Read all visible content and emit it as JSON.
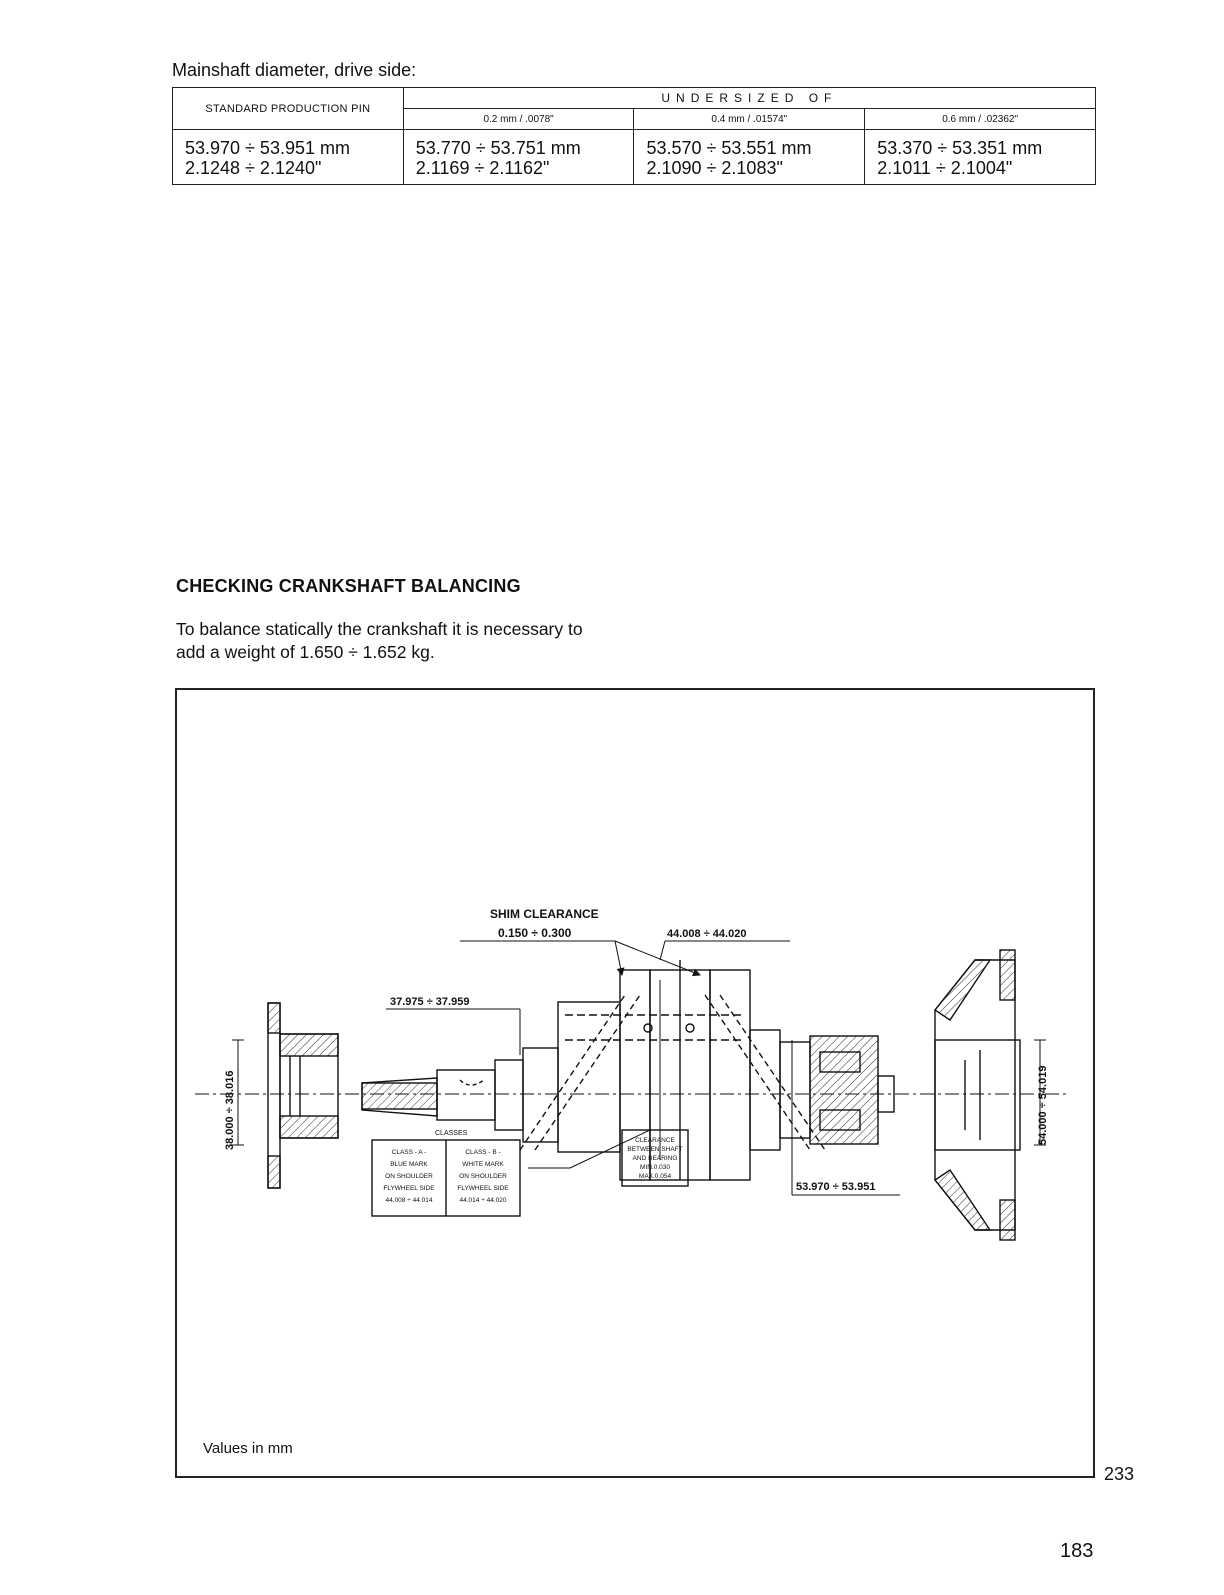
{
  "intro": "Mainshaft diameter, drive side:",
  "table": {
    "standard_header": "STANDARD PRODUCTION PIN",
    "undersized_header": "UNDERSIZED OF",
    "undersize_columns": [
      "0.2 mm / .0078\"",
      "0.4 mm / .01574\"",
      "0.6 mm / .02362\""
    ],
    "values": [
      {
        "mm": "53.970 ÷ 53.951 mm",
        "inch": "2.1248 ÷ 2.1240\""
      },
      {
        "mm": "53.770 ÷ 53.751 mm",
        "inch": "2.1169 ÷ 2.1162\""
      },
      {
        "mm": "53.570 ÷ 53.551 mm",
        "inch": "2.1090 ÷ 2.1083\""
      },
      {
        "mm": "53.370 ÷ 53.351 mm",
        "inch": "2.1011 ÷ 2.1004\""
      }
    ]
  },
  "section": {
    "title": "CHECKING CRANKSHAFT BALANCING",
    "text": "To balance statically the crankshaft it is necessary to add a weight of 1.650 ÷ 1.652 kg."
  },
  "diagram": {
    "shim_clearance_label": "SHIM CLEARANCE",
    "shim_clearance_value": "0.150 ÷ 0.300",
    "dim_44": "44.008 ÷ 44.020",
    "dim_37": "37.975 ÷ 37.959",
    "dim_38": "38.000 ÷ 38.016",
    "dim_54": "54.000 ÷ 54.019",
    "dim_53": "53.970 ÷ 53.951",
    "classes_title": "CLASSES",
    "class_a": [
      "CLASS - A -",
      "BLUE MARK",
      "ON SHOULDER",
      "FLYWHEEL SIDE",
      "44.008 ÷ 44.014"
    ],
    "class_b": [
      "CLASS - B -",
      "WHITE MARK",
      "ON SHOULDER",
      "FLYWHEEL SIDE",
      "44.014 ÷ 44.020"
    ],
    "clearance": [
      "CLEARANCE",
      "BETWEEN SHAFT",
      "AND BEARING",
      "MIN.0.030",
      "MAX.0.054"
    ]
  },
  "values_note": "Values in mm",
  "figure_number": "233",
  "page_number": "183"
}
